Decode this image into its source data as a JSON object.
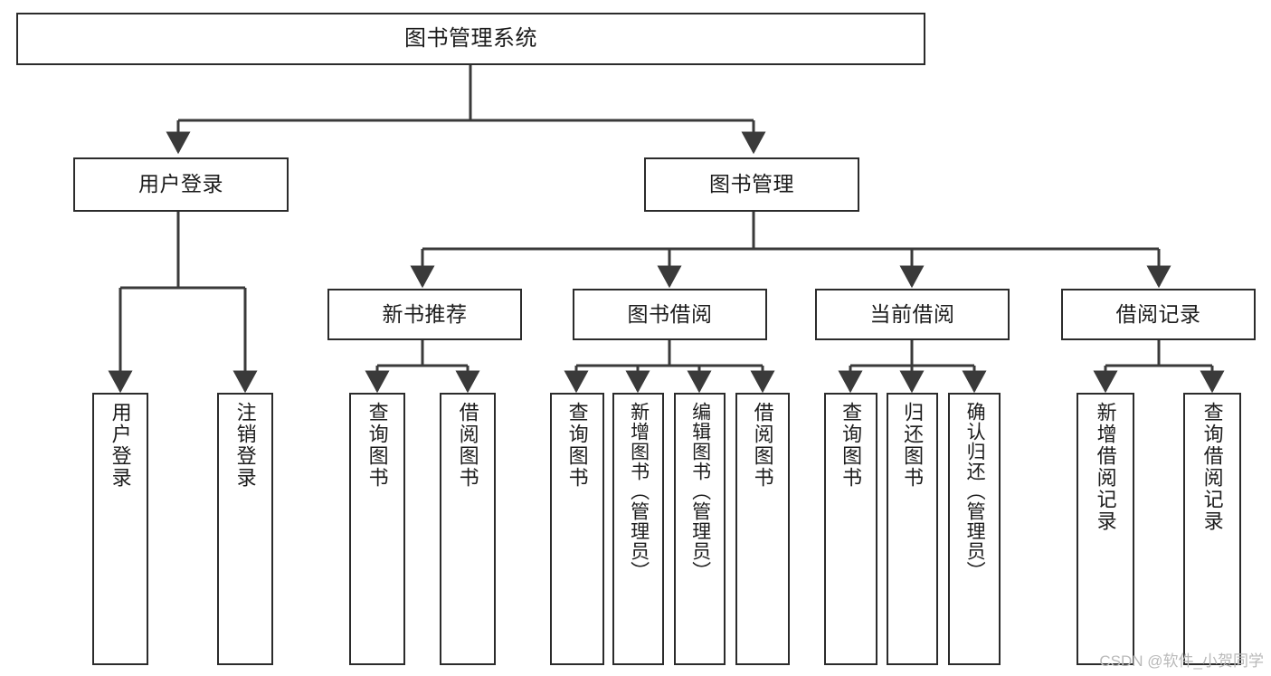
{
  "diagram": {
    "type": "tree",
    "title": "图书管理系统",
    "colors": {
      "background": "#ffffff",
      "box_border": "#2b2b2b",
      "box_fill": "#ffffff",
      "text": "#1c1c1c",
      "connector": "#3a3a3a",
      "watermark": "#b9b9b9"
    },
    "root": {
      "label": "图书管理系统"
    },
    "level2": [
      {
        "label": "用户登录"
      },
      {
        "label": "图书管理"
      }
    ],
    "level3": [
      {
        "label": "新书推荐"
      },
      {
        "label": "图书借阅"
      },
      {
        "label": "当前借阅"
      },
      {
        "label": "借阅记录"
      }
    ],
    "leaves": {
      "user_login": [
        {
          "label": "用户登录"
        },
        {
          "label": "注销登录"
        }
      ],
      "new_book_recommend": [
        {
          "label": "查询图书"
        },
        {
          "label": "借阅图书"
        }
      ],
      "book_borrow": [
        {
          "label": "查询图书"
        },
        {
          "label": "新增图书（管理员）"
        },
        {
          "label": "编辑图书（管理员）"
        },
        {
          "label": "借阅图书"
        }
      ],
      "current_borrow": [
        {
          "label": "查询图书"
        },
        {
          "label": "归还图书"
        },
        {
          "label": "确认归还（管理员）"
        }
      ],
      "borrow_record": [
        {
          "label": "新增借阅记录"
        },
        {
          "label": "查询借阅记录"
        }
      ]
    }
  },
  "watermark": {
    "text": "CSDN @软件_小贺同学"
  }
}
